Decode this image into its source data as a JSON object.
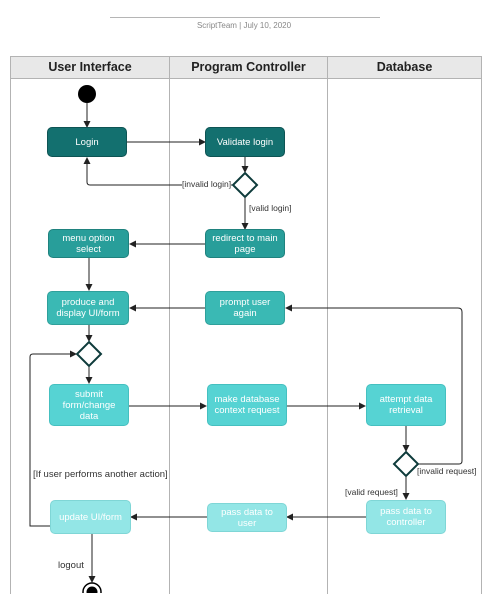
{
  "header": {
    "meta": "ScriptTeam  |  July 10, 2020"
  },
  "lanes": {
    "ui": "User Interface",
    "pc": "Program Controller",
    "db": "Database"
  },
  "nodes": {
    "login": "Login",
    "validate_login": "Validate login",
    "redirect": "redirect to main page",
    "menu_select": "menu option select",
    "produce_display": "produce and display UI/form",
    "prompt_user": "prompt user again",
    "submit_form": "submit form/change data",
    "make_db_request": "make database context request",
    "attempt_retrieval": "attempt data retrieval",
    "pass_to_controller": "pass data to controller",
    "pass_to_user": "pass data to user",
    "update_ui": "update UI/form"
  },
  "edge_labels": {
    "invalid_login": "[invalid login]",
    "valid_login": "[valid login]",
    "invalid_request": "[invalid request]",
    "valid_request": "[valid request]",
    "another_action": "[If user performs another action]",
    "logout": "logout"
  }
}
